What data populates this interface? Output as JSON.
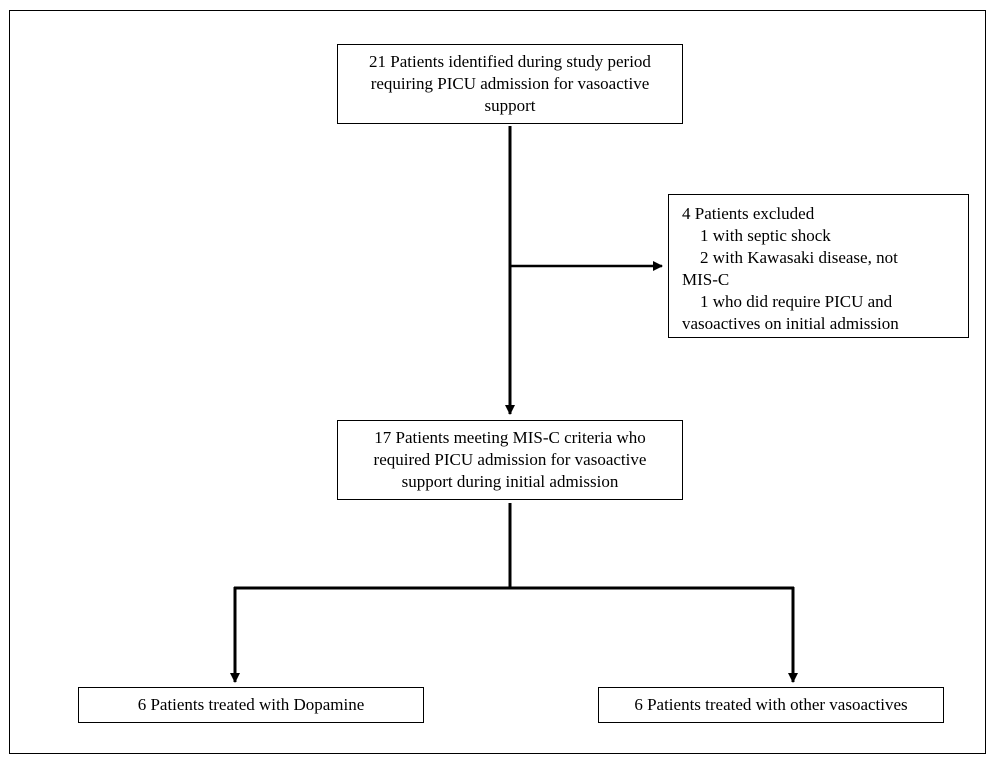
{
  "flowchart": {
    "top": {
      "line1": "21 Patients identified during study period",
      "line2": "requiring PICU admission for vasoactive",
      "line3": "support"
    },
    "excluded": {
      "heading": "4 Patients excluded",
      "items": [
        "1 with septic shock",
        "2 with Kawasaki disease, not",
        "MIS-C",
        "1 who did require PICU and",
        "vasoactives on initial admission"
      ]
    },
    "middle": {
      "line1": "17 Patients meeting MIS-C criteria who",
      "line2": "required PICU admission for vasoactive",
      "line3": "support during initial admission"
    },
    "left": {
      "text": "6 Patients treated with Dopamine"
    },
    "right": {
      "text": "6 Patients treated with other vasoactives"
    }
  }
}
